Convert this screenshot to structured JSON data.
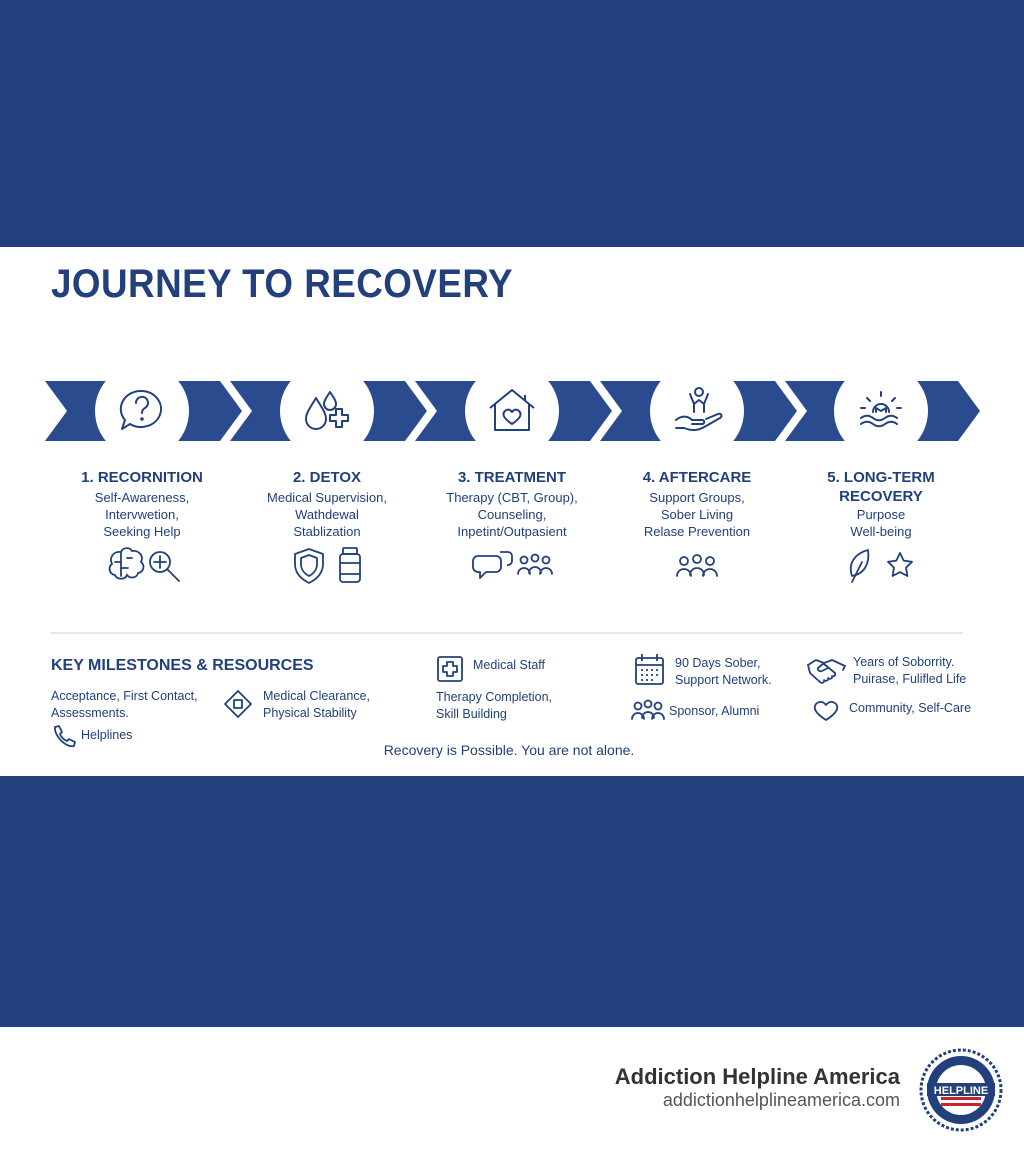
{
  "title": "JOURNEY TO RECOVERY",
  "colors": {
    "navy": "#22407b",
    "arrow": "#2a4c8e",
    "white": "#ffffff",
    "divider": "#e3e7ef",
    "text_dark": "#333333"
  },
  "steps": [
    {
      "title": [
        "1. RECORNITION"
      ],
      "desc": [
        "Self-Awareness,",
        "Intervwetion,",
        "Seeking Help"
      ],
      "icon": "speech-question-icon",
      "sub_icons": [
        "brain-icon",
        "magnify-plus-icon"
      ]
    },
    {
      "title": [
        "2. DETOX"
      ],
      "desc": [
        "Medical Supervision,",
        "Wathdewal",
        "Stablization"
      ],
      "icon": "drops-plus-icon",
      "sub_icons": [
        "shield-icon",
        "medicine-bottle-icon"
      ]
    },
    {
      "title": [
        "3. TREATMENT"
      ],
      "desc": [
        "Therapy (CBT, Group),",
        "Counseling,",
        "Inpetint/Outpasient"
      ],
      "icon": "house-heart-icon",
      "sub_icons": [
        "chat-bubbles-icon",
        "group-people-icon"
      ]
    },
    {
      "title": [
        "4. AFTERCARE"
      ],
      "desc": [
        "Support Groups,",
        "Sober Living",
        "Relase Prevention"
      ],
      "icon": "hand-person-icon",
      "sub_icons": [
        "group-people-icon"
      ]
    },
    {
      "title": [
        "5. LONG-TERM",
        "RECOVERY"
      ],
      "desc": [
        "Purpose",
        "Well-being"
      ],
      "icon": "sunrise-person-icon",
      "sub_icons": [
        "leaf-icon",
        "star-icon"
      ]
    }
  ],
  "milestones": {
    "heading": "KEY MILESTONES & RESOURCES",
    "items": [
      {
        "lines": [
          "Acceptance, First Contact,",
          "Assessments."
        ],
        "icon": ""
      },
      {
        "lines": [
          "Helplines"
        ],
        "icon": "phone-icon"
      },
      {
        "lines": [
          "Medical Clearance,",
          "Physical Stability"
        ],
        "icon": "diamond-plus-icon"
      },
      {
        "lines": [
          "Medical Staff"
        ],
        "icon": "medical-cross-icon"
      },
      {
        "lines": [
          "Therapy Completion,",
          "Skill Building"
        ],
        "icon": ""
      },
      {
        "lines": [
          "90 Days Sober,",
          "Support Network."
        ],
        "icon": "calendar-icon"
      },
      {
        "lines": [
          "Sponsor, Alumni"
        ],
        "icon": "group-people-icon"
      },
      {
        "lines": [
          "Years of Soborrity.",
          "Puirase, Fulifled Life"
        ],
        "icon": "handshake-icon"
      },
      {
        "lines": [
          "Community, Self-Care"
        ],
        "icon": "heart-icon"
      }
    ]
  },
  "tagline": "Recovery is Possible. You are not alone.",
  "brand": {
    "name": "Addiction Helpline America",
    "url": "addictionhelplineamerica.com",
    "badge_text": "HELPLINE"
  }
}
